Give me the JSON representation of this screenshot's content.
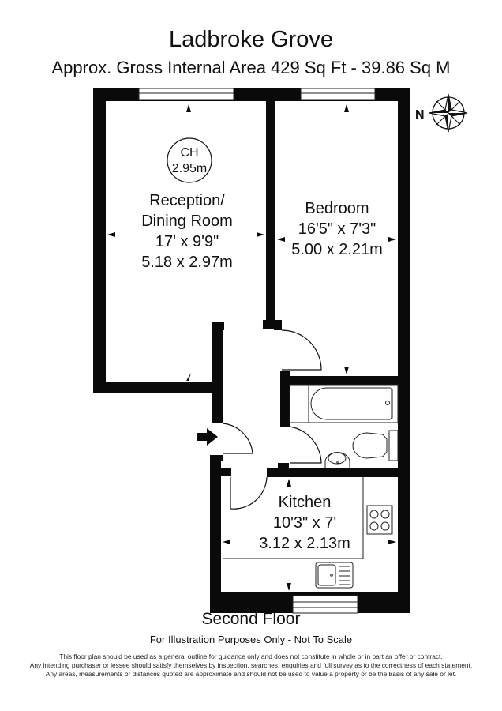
{
  "header": {
    "title": "Ladbroke Grove",
    "subtitle": "Approx. Gross Internal Area 429 Sq Ft  -  39.86 Sq M"
  },
  "compass": {
    "label": "N",
    "icon": "compass-rose-icon"
  },
  "ceiling_height": {
    "label": "CH",
    "value": "2.95m"
  },
  "rooms": {
    "reception": {
      "name_line1": "Reception/",
      "name_line2": "Dining Room",
      "imperial": "17' x 9'9\"",
      "metric": "5.18 x 2.97m"
    },
    "bedroom": {
      "name": "Bedroom",
      "imperial": "16'5\" x 7'3\"",
      "metric": "5.00 x 2.21m"
    },
    "kitchen": {
      "name": "Kitchen",
      "imperial": "10'3\" x 7'",
      "metric": "3.12 x 2.13m"
    }
  },
  "footer": {
    "floor": "Second Floor",
    "illustration_note": "For Illustration Purposes Only - Not To Scale",
    "disclaimer": [
      "This floor plan should be used as a general outline for guidance only and does not constitute in whole or in part an offer or contract.",
      "Any intending purchaser or lessee should satisfy themselves by inspection, searches, enquiries and full survey as to the correctness of each statement.",
      "Any areas, measurements or distances quoted are approximate and should not be used to value a property or be the basis of any sale or let."
    ]
  },
  "colors": {
    "wall": "#0a0a0a",
    "background": "#ffffff",
    "line": "#222222"
  }
}
